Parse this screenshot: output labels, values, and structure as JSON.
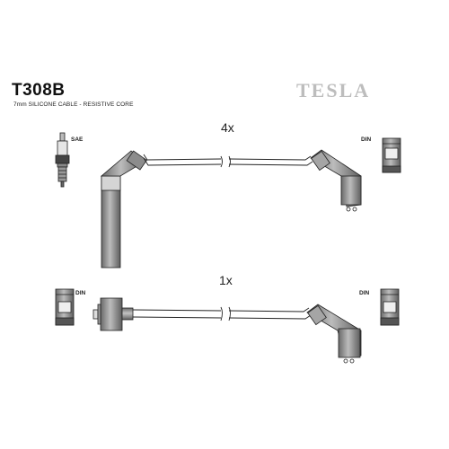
{
  "header": {
    "code": "T308B",
    "subtitle": "7mm SILICONE CABLE - RESISTIVE CORE",
    "brand": "TESLA"
  },
  "cables": [
    {
      "quantity": "4x",
      "end_a": "SAE",
      "end_b": "DIN"
    },
    {
      "quantity": "1x",
      "end_a": "DIN",
      "end_b": "DIN"
    }
  ],
  "colors": {
    "line": "#222222",
    "fill_light": "#d9d9d9",
    "fill_mid": "#9a9a9a",
    "fill_dark": "#5a5a5a",
    "brand": "#bdbdbd"
  }
}
